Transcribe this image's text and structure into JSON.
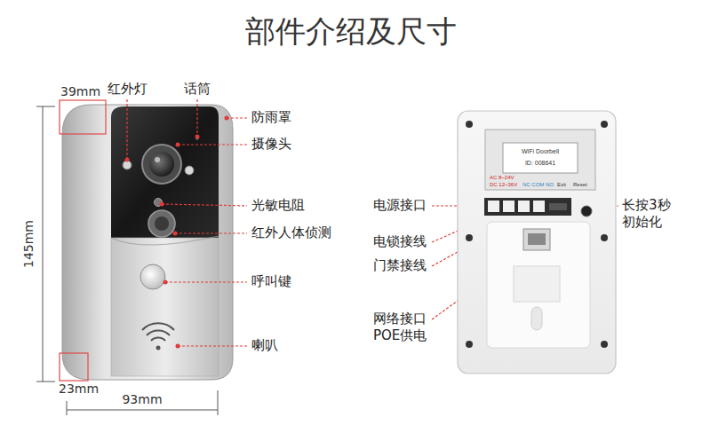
{
  "diagram": {
    "title": "部件介绍及尺寸",
    "labels": [
      "39mm",
      "红外灯",
      "话筒",
      "防雨罩",
      "摄像头",
      "光敏电阻",
      "红外人体侦测",
      "呼叫键",
      "喇叭",
      "145mm",
      "23mm",
      "93mm",
      "WiFi Doorbell",
      "ID: 008641",
      "AC 8~24V",
      "DC 12~36V",
      "NC COM NO",
      "Exit",
      "Reset",
      "电源接口",
      "长按3秒 初始化",
      "电锁接线",
      "门禁接线",
      "网络接口 POE供电"
    ]
  }
}
